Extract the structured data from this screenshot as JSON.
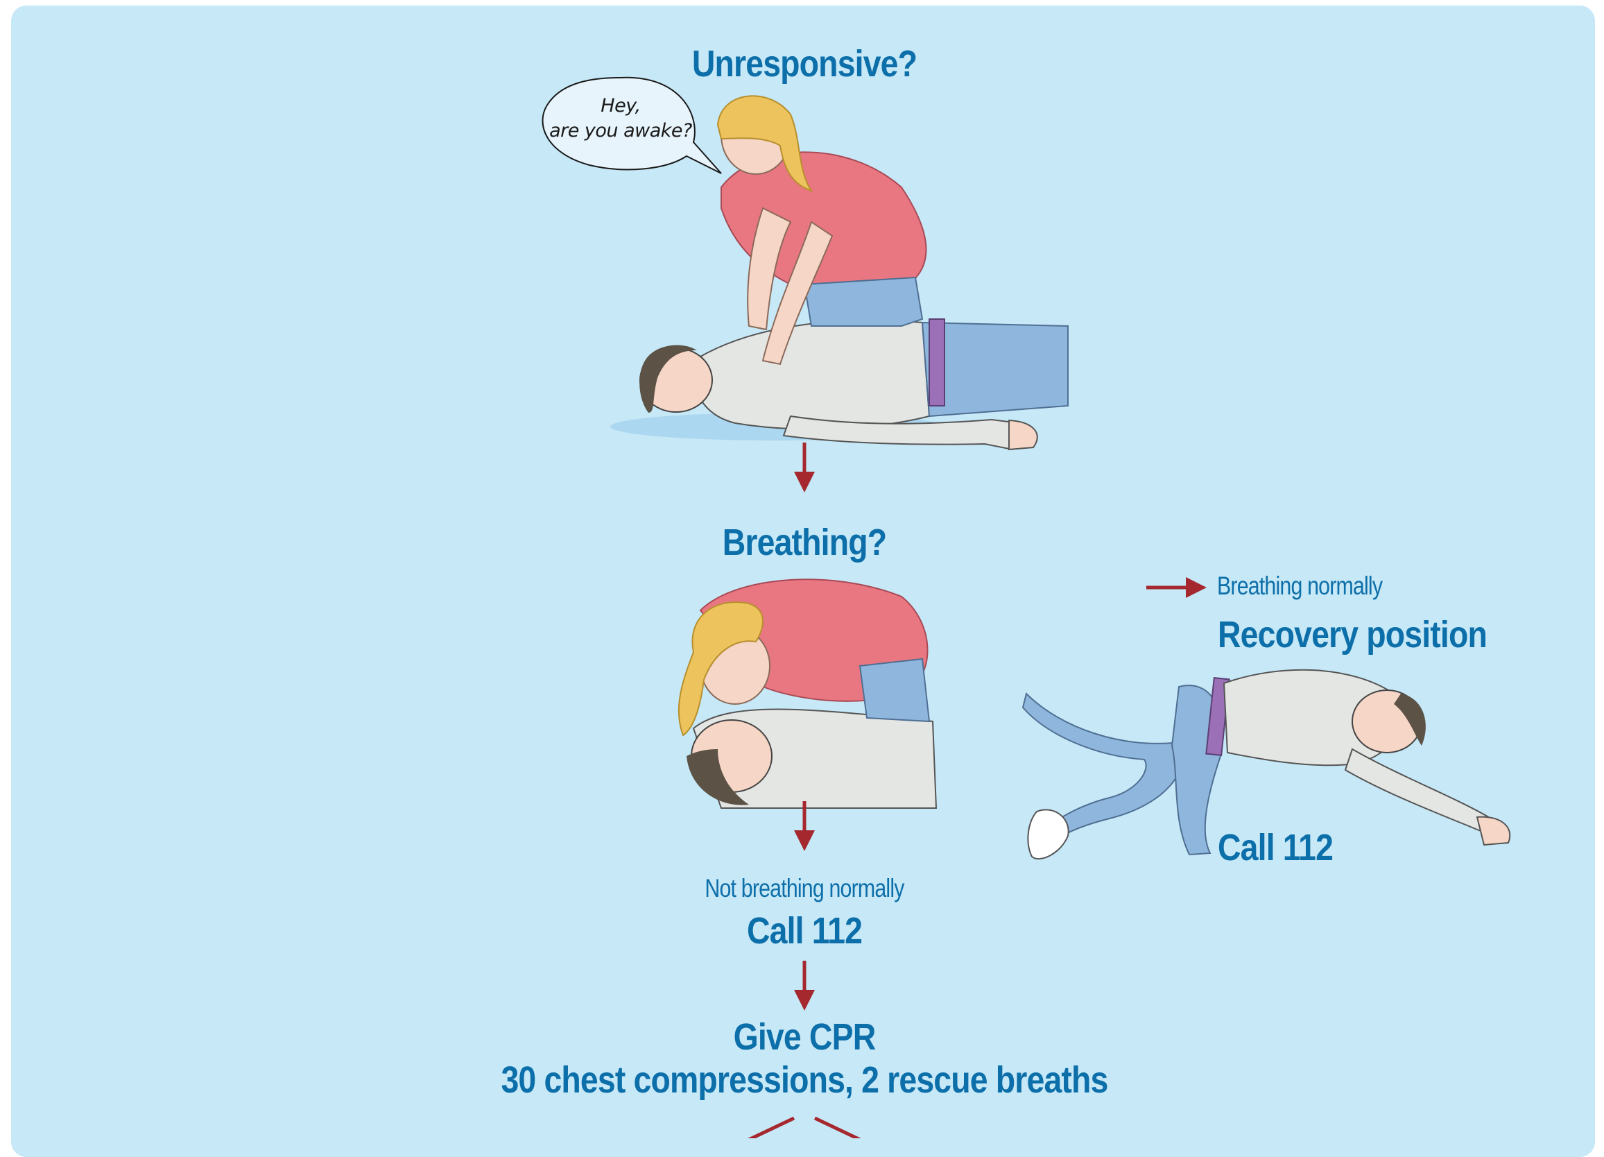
{
  "steps": {
    "unresponsive": "Unresponsive?",
    "speech": {
      "line1": "Hey,",
      "line2": "are you awake?"
    },
    "breathing": "Breathing?",
    "not_breathing": "Not breathing normally",
    "call_left": "Call 112",
    "cpr_title": "Give CPR",
    "cpr_detail": "30 chest compressions, 2 rescue breaths",
    "breathing_normally": "Breathing normally",
    "recovery": "Recovery position",
    "call_right": "Call 112"
  },
  "colors": {
    "background": "#c6e8f7",
    "text": "#0d6fa9",
    "arrow": "#a5282f",
    "shirt_rescuer": "#e97782",
    "shirt_victim": "#e4e6e3",
    "jeans": "#8fb6dc",
    "hair_rescuer": "#ecc35c",
    "belt": "#9b70b7"
  },
  "icons": [
    "down-arrow-icon",
    "right-arrow-icon",
    "speech-bubble-icon"
  ]
}
